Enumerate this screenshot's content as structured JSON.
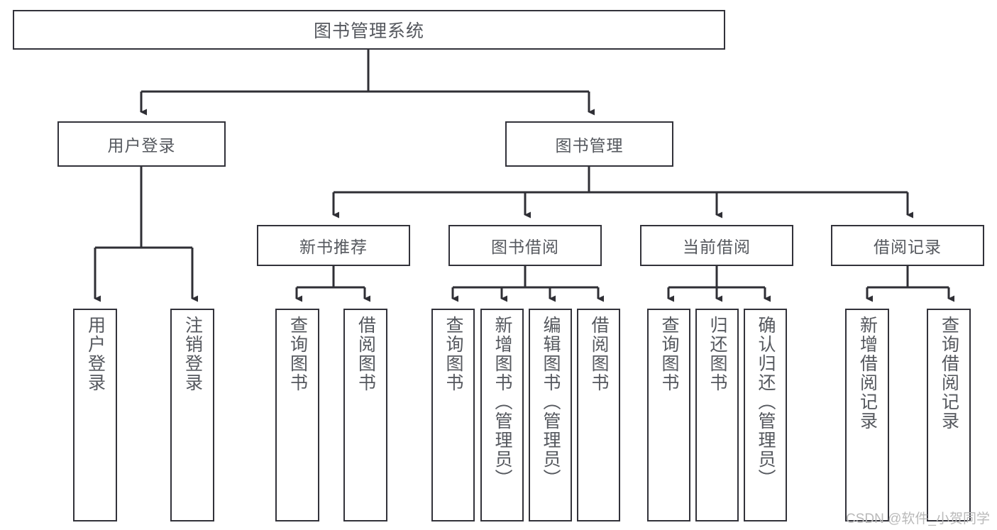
{
  "diagram": {
    "title": "图书管理系统",
    "type": "tree-structure-chart",
    "watermark": "CSDN @软件_小贺同学",
    "colors": {
      "background": "#ffffff",
      "box_border": "#32323a",
      "box_fill": "#ffffff",
      "text": "#55585e",
      "edge": "#2f2f35",
      "watermark": "#b9b9b9"
    }
  },
  "nodes": {
    "root": {
      "label": "图书管理系统"
    },
    "level1": [
      {
        "label": "用户登录"
      },
      {
        "label": "图书管理"
      }
    ],
    "level2": [
      {
        "label": "新书推荐"
      },
      {
        "label": "图书借阅"
      },
      {
        "label": "当前借阅"
      },
      {
        "label": "借阅记录"
      }
    ],
    "leaves": {
      "user_login": [
        {
          "label": "用户登录"
        },
        {
          "label": "注销登录"
        }
      ],
      "new_book_recommend": [
        {
          "label": "查询图书"
        },
        {
          "label": "借阅图书"
        }
      ],
      "book_borrow": [
        {
          "label": "查询图书"
        },
        {
          "label": "新增图书（管理员）"
        },
        {
          "label": "编辑图书（管理员）"
        },
        {
          "label": "借阅图书"
        }
      ],
      "current_borrow": [
        {
          "label": "查询图书"
        },
        {
          "label": "归还图书"
        },
        {
          "label": "确认归还（管理员）"
        }
      ],
      "borrow_record": [
        {
          "label": "新增借阅记录"
        },
        {
          "label": "查询借阅记录"
        }
      ]
    }
  }
}
